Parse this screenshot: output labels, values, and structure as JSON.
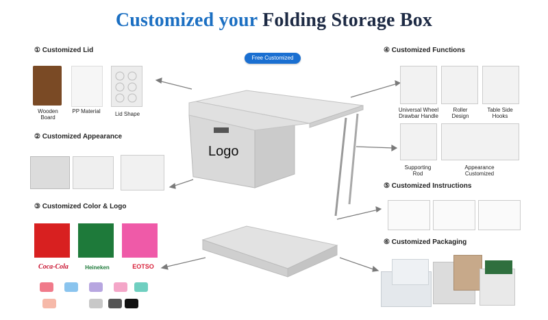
{
  "title": {
    "part1": "Customized your",
    "part2": "Folding Storage Box"
  },
  "badge": {
    "label": "Free Customized"
  },
  "sections": {
    "lid": {
      "heading": "① Customized Lid",
      "captions": [
        "Wooden Board",
        "PP Material",
        "Lid Shape"
      ]
    },
    "appearance": {
      "heading": "② Customized Appearance"
    },
    "color_logo": {
      "heading": "③ Customized Color & Logo",
      "brands": [
        "Coca-Cola",
        "Heineken",
        "EOTSO"
      ]
    },
    "functions": {
      "heading": "④ Customized Functions",
      "captions": [
        "Universal Wheel Drawbar Handle",
        "Roller Design",
        "Table Side Hooks",
        "Supporting Rod",
        "Appearance Customized"
      ]
    },
    "instructions": {
      "heading": "⑤ Customized Instructions"
    },
    "packaging": {
      "heading": "⑥ Customized Packaging"
    }
  },
  "center": {
    "logo_text": "Logo"
  },
  "colors": {
    "title_blue": "#1b6fc2",
    "title_dark": "#1d2a44",
    "badge": "#1a6fd1",
    "swatches": [
      "#f07a8a",
      "#8ac4ee",
      "#b7a6e0",
      "#f4a6c8",
      "#6fcfc0",
      "#f6b9a9",
      "#c8c8c8",
      "#555555",
      "#e04a5a",
      "#2f8f4f",
      "#111111"
    ]
  }
}
